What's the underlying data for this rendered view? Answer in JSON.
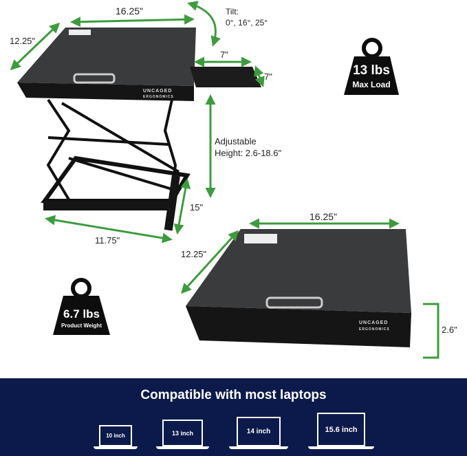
{
  "colors": {
    "accent": "#3d9b3d",
    "band": "#0c1a4b",
    "board": "#3a3b3d"
  },
  "top_stand": {
    "width": "16.25\"",
    "depth": "12.25\"",
    "tilt_label": "Tilt:",
    "tilt_values": "0°, 16°, 25°",
    "tray_width": "7\"",
    "tray_depth": "7\"",
    "height_label": "Adjustable",
    "height_values": "Height: 2.6-18.6\"",
    "base_depth": "15\"",
    "base_width": "11.75\"",
    "brand": "UNCAGED",
    "brand_sub": "ERGONOMICS"
  },
  "max_load": {
    "value": "13 lbs",
    "label": "Max Load",
    "icon": "weight-icon"
  },
  "product_weight": {
    "value": "6.7 lbs",
    "label": "Product Weight",
    "icon": "weight-icon"
  },
  "folded_stand": {
    "width": "16.25\"",
    "depth": "12.25\"",
    "height": "2.6\""
  },
  "compat": {
    "title": "Compatible with most laptops",
    "sizes": [
      "10 inch",
      "13 inch",
      "14 inch",
      "15.6 inch"
    ]
  }
}
